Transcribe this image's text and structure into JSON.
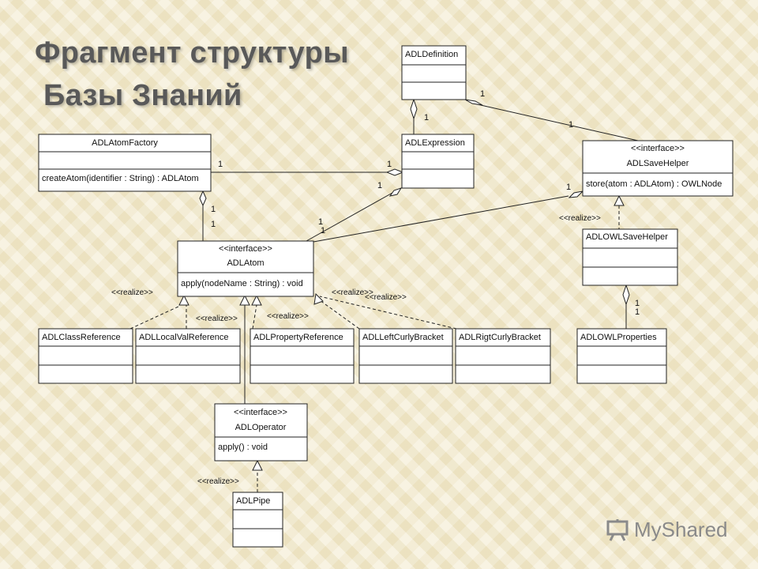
{
  "title": {
    "line1": "Фрагмент структуры",
    "line2": "Базы Знаний"
  },
  "classes": {
    "adl_definition": {
      "name": "ADLDefinition"
    },
    "adl_expression": {
      "name": "ADLExpression"
    },
    "adl_atom_factory": {
      "name": "ADLAtomFactory",
      "method": "createAtom(identifier : String) : ADLAtom"
    },
    "adl_save_helper": {
      "stereotype": "<<interface>>",
      "name": "ADLSaveHelper",
      "method": "store(atom : ADLAtom) : OWLNode"
    },
    "adl_atom": {
      "stereotype": "<<interface>>",
      "name": "ADLAtom",
      "method": "apply(nodeName : String) : void"
    },
    "adl_owl_save_helper": {
      "name": "ADLOWLSaveHelper"
    },
    "adl_owl_properties": {
      "name": "ADLOWLProperties"
    },
    "adl_class_reference": {
      "name": "ADLClassReference"
    },
    "adl_local_val_reference": {
      "name": "ADLLocalValReference"
    },
    "adl_property_reference": {
      "name": "ADLPropertyReference"
    },
    "adl_left_curly_bracket": {
      "name": "ADLLeftCurlyBracket"
    },
    "adl_rigt_curly_bracket": {
      "name": "ADLRigtCurlyBracket"
    },
    "adl_operator": {
      "stereotype": "<<interface>>",
      "name": "ADLOperator",
      "method": "apply() : void"
    },
    "adl_pipe": {
      "name": "ADLPipe"
    }
  },
  "labels": {
    "realize": "<<realize>>",
    "one": "1"
  },
  "logo": {
    "text": "MyShared"
  },
  "colors": {
    "background": "#f3ebcf",
    "title": "#595959",
    "box": "#ffffff",
    "line": "#222222"
  }
}
